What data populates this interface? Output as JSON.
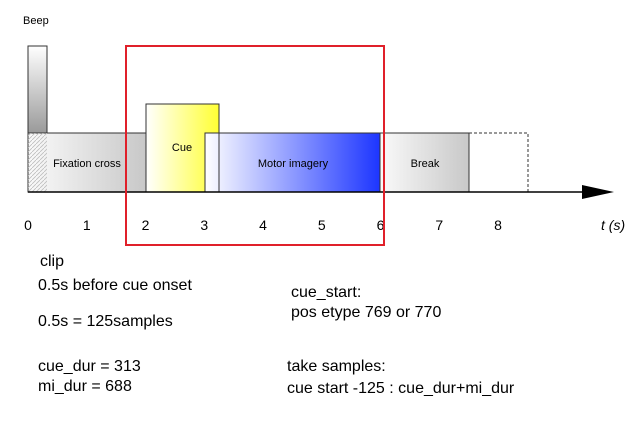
{
  "timeline": {
    "beep_label": "Beep",
    "blocks": {
      "fixation": "Fixation cross",
      "cue": "Cue",
      "motor": "Motor imagery",
      "break": "Break"
    },
    "ticks": [
      "0",
      "1",
      "2",
      "3",
      "4",
      "5",
      "6",
      "7",
      "8"
    ],
    "axis_label": "t (s)"
  },
  "colors": {
    "highlight": "#e0202a",
    "cue": "#ffff33",
    "motor": "#1a33ff",
    "gray": "#c8c8c8",
    "axis": "#000000"
  },
  "notes": {
    "clip": "clip",
    "before": "0.5s before cue onset",
    "samples": "0.5s = 125samples",
    "cue_dur": "cue_dur = 313",
    "mi_dur": "mi_dur = 688",
    "cue_start_title": "cue_start:",
    "cue_start_value": "pos etype 769 or 770",
    "take_title": "take samples:",
    "take_value": "cue start -125 : cue_dur+mi_dur"
  }
}
